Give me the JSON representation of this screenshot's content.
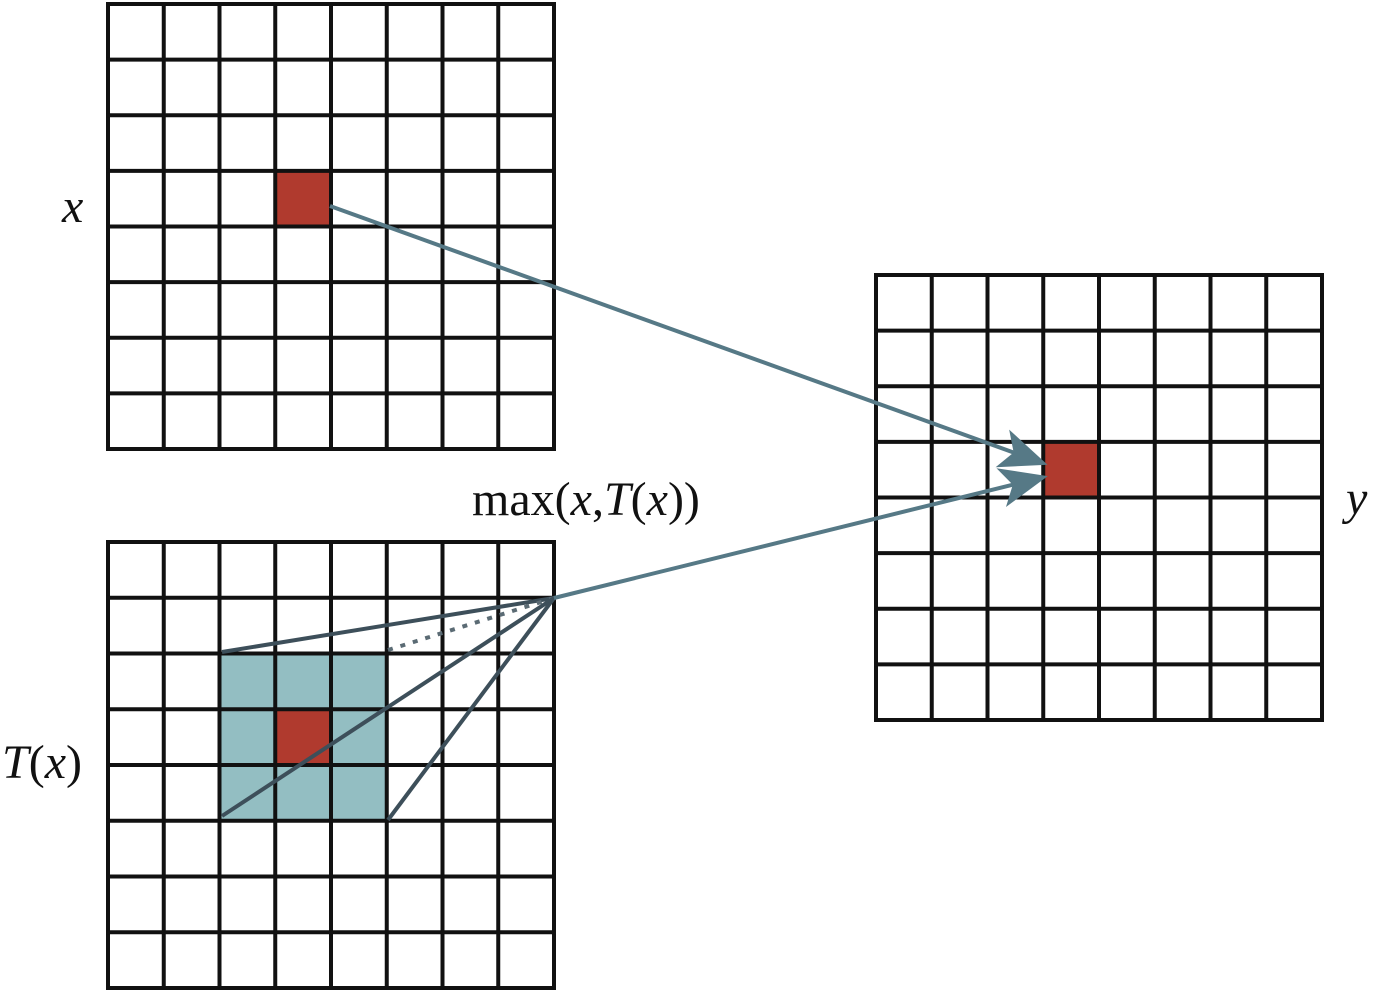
{
  "labels": {
    "input_grid": "x",
    "output_grid": "y",
    "transform_grid": "T(x)",
    "operation": "max(x,T(x))"
  },
  "label_parts": {
    "transform": {
      "fn": "T",
      "open": "(",
      "arg": "x",
      "close": ")"
    },
    "operation": {
      "fn": "max",
      "open": "(",
      "arg1": "x",
      "comma": ",",
      "fn2": "T",
      "open2": "(",
      "arg2": "x",
      "close2": ")",
      "close": ")"
    }
  },
  "grids": {
    "rows": 8,
    "cols": 8,
    "highlight_cell": {
      "row": 3,
      "col": 3
    },
    "neighborhood": {
      "row_start": 2,
      "row_end": 4,
      "col_start": 2,
      "col_end": 4
    }
  },
  "colors": {
    "grid_line": "#111111",
    "highlight": "#b03a2e",
    "neighborhood": "#93bec2",
    "arrow": "#567986",
    "fan_line": "#3d4f5a",
    "background": "#ffffff"
  }
}
